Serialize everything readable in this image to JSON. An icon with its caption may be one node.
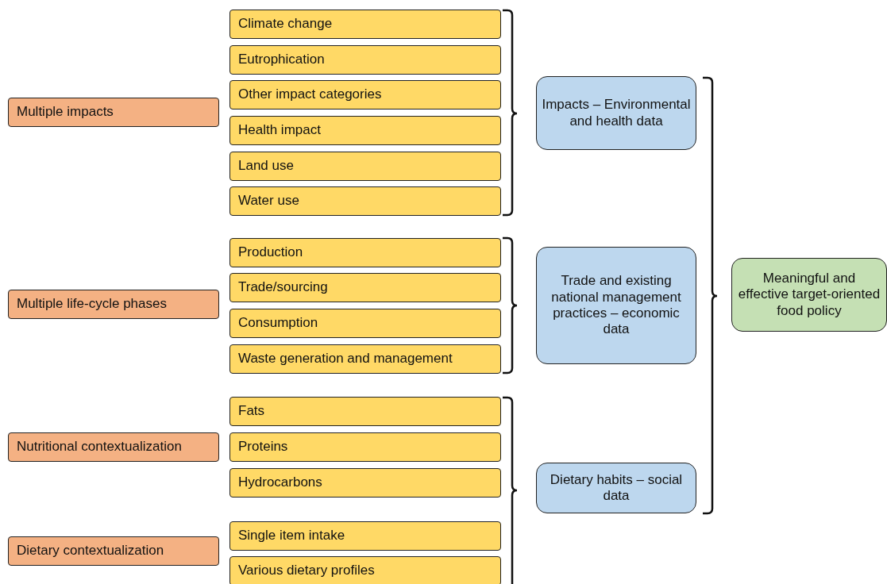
{
  "diagram": {
    "nodes": [
      {
        "text": [
          "Multiple impacts"
        ]
      },
      {
        "text": [
          "Multiple life-cycle phases"
        ]
      },
      {
        "text": [
          "Nutritional contextualization"
        ]
      },
      {
        "text": [
          "Dietary contextualization"
        ]
      },
      {
        "text": [
          "Climate change"
        ]
      },
      {
        "text": [
          "Eutrophication"
        ]
      },
      {
        "text": [
          "Other impact categories"
        ]
      },
      {
        "text": [
          "Health impact"
        ]
      },
      {
        "text": [
          "Land use"
        ]
      },
      {
        "text": [
          "Water use"
        ]
      },
      {
        "text": [
          "Production"
        ]
      },
      {
        "text": [
          "Trade/sourcing"
        ]
      },
      {
        "text": [
          "Consumption"
        ]
      },
      {
        "text": [
          "Waste generation and management"
        ]
      },
      {
        "text": [
          "Fats"
        ]
      },
      {
        "text": [
          "Proteins"
        ]
      },
      {
        "text": [
          "Hydrocarbons"
        ]
      },
      {
        "text": [
          "Single item intake"
        ]
      },
      {
        "text": [
          "Various dietary profiles"
        ]
      },
      {
        "text": [
          "Impacts – Environmental and health data"
        ]
      },
      {
        "text": [
          "Trade and existing national management practices – economic data"
        ]
      },
      {
        "text": [
          "Dietary habits – social data"
        ]
      },
      {
        "text": [
          "Meaningful and effective target-oriented food policy"
        ]
      }
    ]
  }
}
